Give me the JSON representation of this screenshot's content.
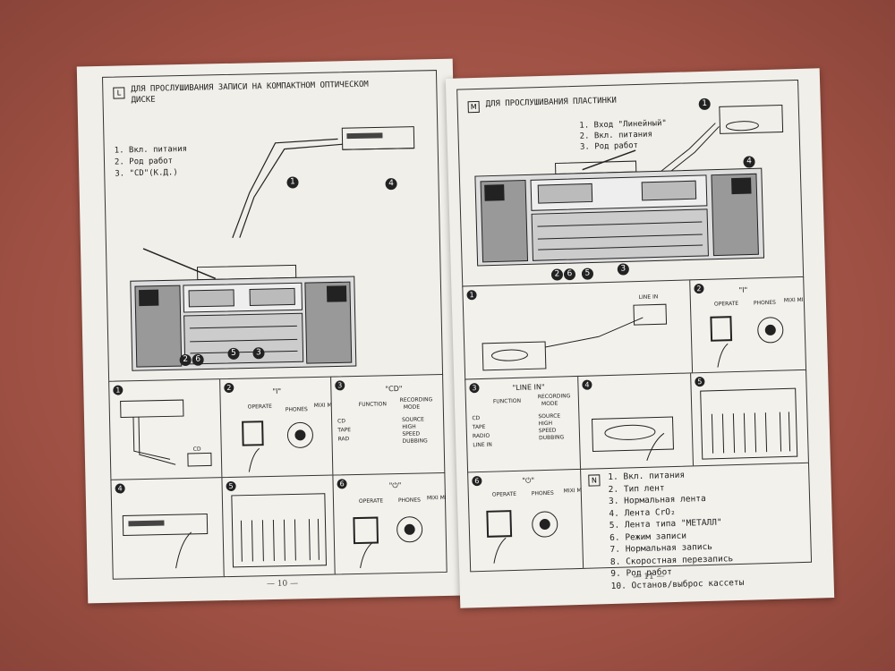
{
  "callouts": {
    "c1": "1",
    "c2": "2",
    "c3": "3",
    "c4": "4",
    "c5": "5",
    "c6": "6"
  },
  "left": {
    "section_letter": "L",
    "title_line1": "ДЛЯ ПРОСЛУШИВАНИЯ ЗАПИСИ НА КОМПАКТНОМ ОПТИЧЕСКОМ",
    "title_line2": "ДИСКЕ",
    "steps": [
      "1. Вкл. питания",
      "2. Род работ",
      "3. \"CD\"(К.Д.)"
    ],
    "cells": {
      "cd_label": "CD",
      "power_on_mark": "\"I\"",
      "operate": "OPERATE",
      "phones": "PHONES",
      "mixi": "MIXI MI",
      "cd_quote": "\"CD\"",
      "function": "FUNCTION",
      "recording": "RECORDING",
      "mode": "MODE",
      "cd": "CD",
      "tape": "TAPE",
      "radio_cut": "RAD",
      "source": "SOURCE",
      "high": "HIGH",
      "speed": "SPEED",
      "dubbing": "DUBBING",
      "off_mark": "\"⏻\""
    },
    "page_number": "— 10 —"
  },
  "right": {
    "section_letter": "M",
    "title": "ДЛЯ ПРОСЛУШИВАНИЯ ПЛАСТИНКИ",
    "steps": [
      "1. Вход \"Линейный\"",
      "2. Вкл. питания",
      "3. Род работ"
    ],
    "cells": {
      "line_in": "LINE IN",
      "power_on_mark": "\"I\"",
      "operate": "OPERATE",
      "phones": "PHONES",
      "mixi": "MIXI MI",
      "line_in_quote": "\"LINE IN\"",
      "function": "FUNCTION",
      "recording": "RECORDING",
      "mode": "MODE",
      "cd": "CD",
      "tape": "TAPE",
      "radio": "RADIO",
      "source": "SOURCE",
      "high": "HIGH",
      "speed": "SPEED",
      "dubbing": "DUBBING",
      "off_mark": "\"⏻\""
    },
    "legend_letter": "N",
    "legend": [
      "1. Вкл. питания",
      "2. Тип лент",
      "3. Нормальная лента",
      "4. Лента CrO₂",
      "5. Лента типа \"МЕТАЛЛ\"",
      "6. Режим записи",
      "7. Нормальная запись",
      "8. Скоростная перезапись",
      "9. Род работ",
      "10. Останов/выброс кассеты"
    ],
    "page_number": "— 11 —"
  }
}
